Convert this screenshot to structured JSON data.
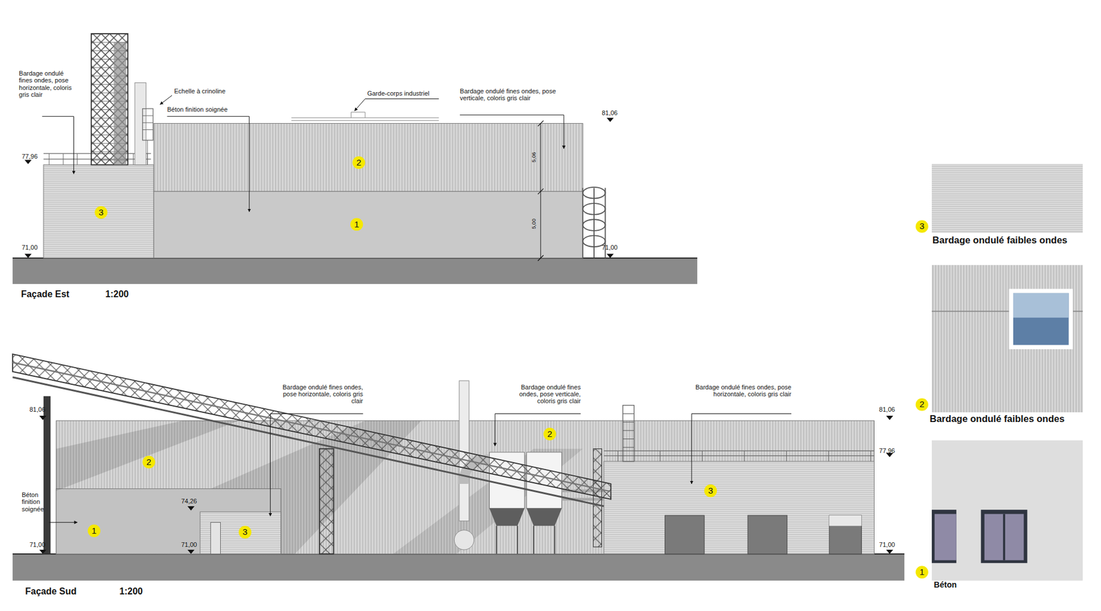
{
  "diagram": {
    "labels": [
      "Bardage ondulé fines ondes, pose horizontale, coloris gris clair",
      "Echelle à crinoline",
      "Béton finition soignée",
      "Garde-corps industriel",
      "Bardage ondulé fines ondes, pose verticale, coloris gris clair",
      "81,06",
      "77,96",
      "5,06",
      "5,00",
      "71,00",
      "71,00",
      "2",
      "3",
      "1",
      "Façade Est",
      "1:200",
      "Bardage ondulé fines ondes, pose horizontale, coloris gris clair",
      "Bardage ondulé fines ondes, pose verticale, coloris gris clair",
      "Bardage ondulé fines ondes, pose horizontale, coloris gris clair",
      "Béton finition soignée",
      "81,06",
      "81,06",
      "77,96",
      "74,26",
      "71,00",
      "71,00",
      "71,00",
      "2",
      "2",
      "3",
      "1",
      "3",
      "Façade Sud",
      "1:200",
      "3",
      "Bardage ondulé faibles ondes",
      "2",
      "Bardage ondulé faibles ondes",
      "1",
      "Béton"
    ]
  }
}
